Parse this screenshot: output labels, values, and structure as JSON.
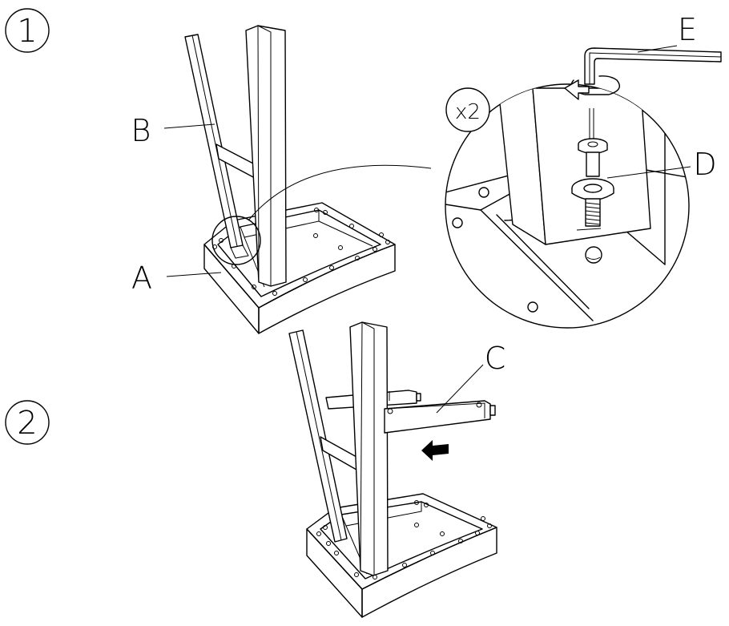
{
  "steps": [
    {
      "number": "1"
    },
    {
      "number": "2"
    }
  ],
  "labels": {
    "a": "A",
    "b": "B",
    "c": "C",
    "d": "D",
    "e": "E"
  },
  "detail": {
    "quantity": "x2"
  },
  "colors": {
    "stroke": "#000000",
    "background": "#ffffff"
  }
}
